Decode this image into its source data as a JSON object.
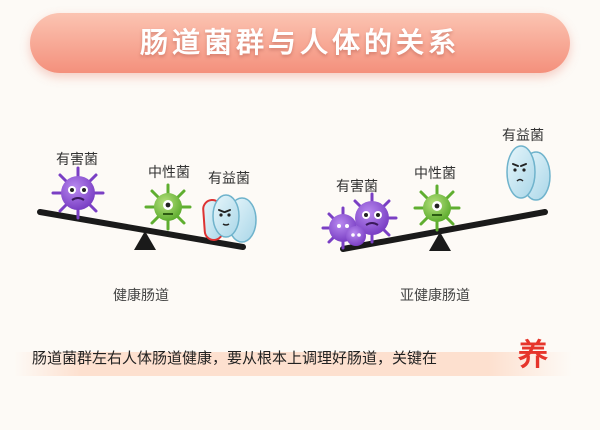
{
  "title": "肠道菌群与人体的关系",
  "left": {
    "harmful": "有害菌",
    "neutral": "中性菌",
    "beneficial": "有益菌",
    "caption": "健康肠道"
  },
  "right": {
    "harmful": "有害菌",
    "neutral": "中性菌",
    "beneficial": "有益菌",
    "caption": "亚健康肠道"
  },
  "bottom_text": "肠道菌群左右人体肠道健康，要从根本上调理好肠道，关键在",
  "keyword": "养",
  "colors": {
    "harmful": "#8a4fd0",
    "neutral": "#7cc34a",
    "beneficial": "#bfe4f0",
    "banner": "#f4907c",
    "keyword": "#e6352b"
  }
}
